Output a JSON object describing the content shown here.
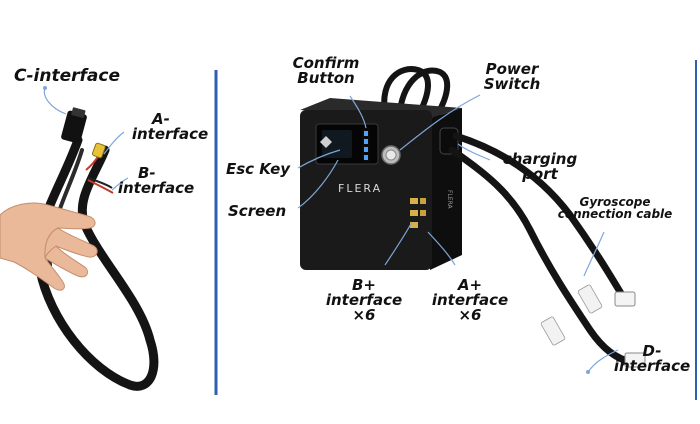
{
  "labels": {
    "c_interface": "C-interface",
    "a_interface": {
      "line1": "A-",
      "line2": "interface"
    },
    "b_interface": {
      "line1": "B-",
      "line2": "interface"
    },
    "confirm_button": {
      "line1": "Confirm",
      "line2": "Button"
    },
    "power_switch": {
      "line1": "Power",
      "line2": "Switch"
    },
    "esc_key": "Esc Key",
    "screen": "Screen",
    "charging_port": {
      "line1": "charging",
      "line2": "port"
    },
    "gyroscope_cable": {
      "line1": "Gyroscope",
      "line2": "connection cable"
    },
    "b_plus": {
      "line1": "B+",
      "line2": "interface",
      "line3": "×6"
    },
    "a_plus": {
      "line1": "A+",
      "line2": "interface",
      "line3": "×6"
    },
    "d_interface": {
      "line1": "D-",
      "line2": "interface"
    }
  },
  "device": {
    "brand": "FLERA",
    "side_mark": "FLERA"
  },
  "colors": {
    "divider": "#2e5fb0",
    "leader": "#7fa6d8",
    "device_body": "#1a1a1a",
    "cable": "#141414",
    "skin": "#e9b99a",
    "wire_red": "#c0392b",
    "connector_yellow": "#e8c33a"
  }
}
